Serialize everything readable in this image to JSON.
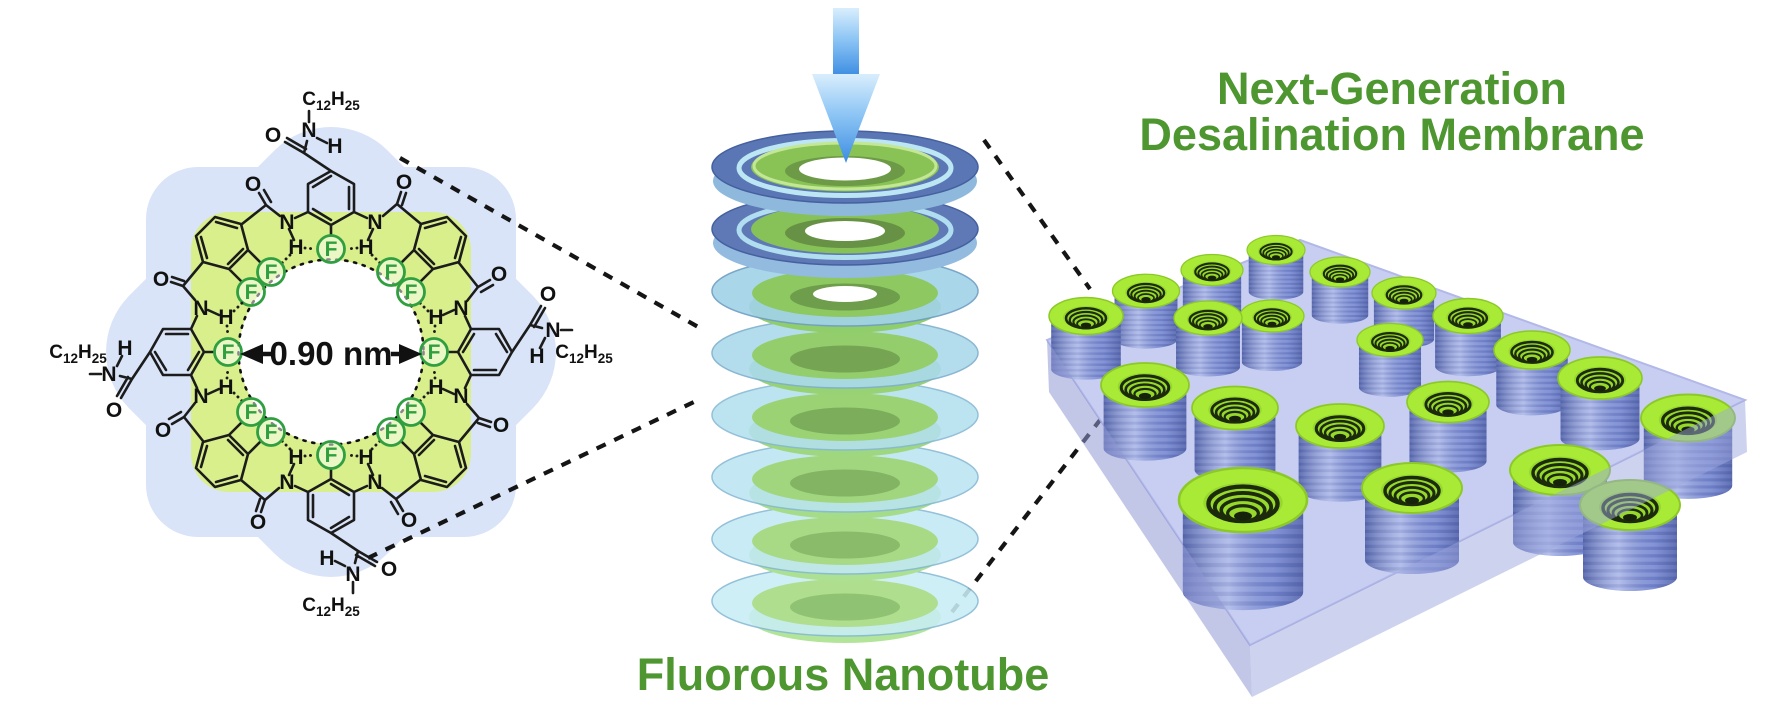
{
  "captions": {
    "nanotube": "Fluorous Nanotube",
    "membrane_line1": "Next-Generation",
    "membrane_line2": "Desalination Membrane"
  },
  "molecule": {
    "pore_diameter": "0.90 nm",
    "atoms": {
      "fluorine": "F",
      "hydrogen": "H",
      "nitrogen": "N",
      "oxygen": "O"
    },
    "alkyl_chain": {
      "carbon": "C",
      "carbon_count": "12",
      "hydrogen": "H",
      "hydrogen_count": "25"
    }
  },
  "colors": {
    "title_green": "#4d9630",
    "fluorine_green": "#2f9f3f",
    "pore_ring_yellow": "#d9ef8c",
    "macrocycle_halo_blue": "#d9e4f8",
    "flow_arrow_blue": "#54a2ec",
    "disc_slate_blue": "#5a76b4",
    "disc_torus_green": "#89c356",
    "disc_glass_cyan": "#b7e6f2",
    "membrane_lavender": "#c6ccf1",
    "tube_body_blue": "#8c9cde",
    "tube_top_green": "#a8ea36"
  }
}
